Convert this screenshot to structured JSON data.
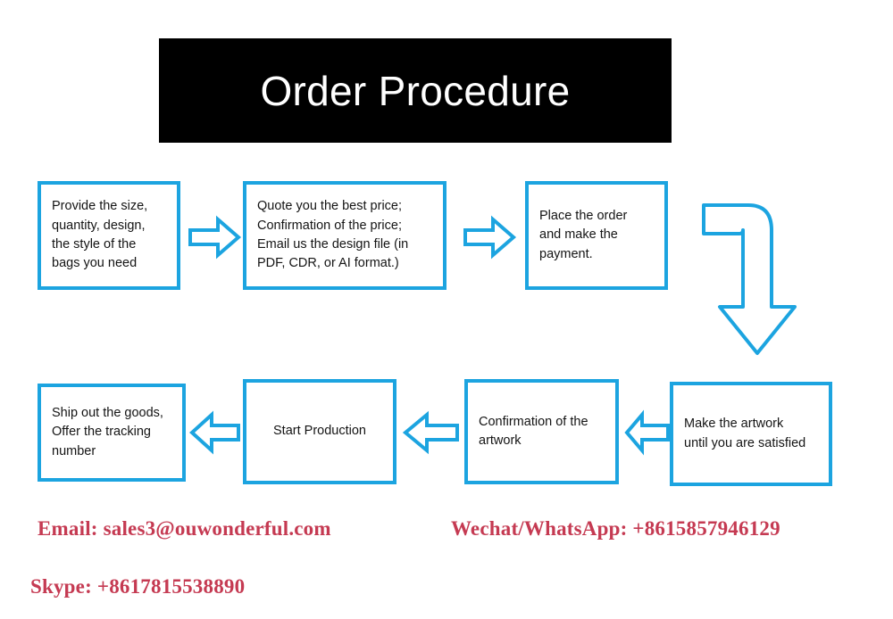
{
  "title": {
    "text": "Order Procedure",
    "background": "#000000",
    "color": "#ffffff"
  },
  "theme": {
    "accent_blue": "#1CA4E0",
    "contact_red": "#C53A52",
    "box_fill": "#ffffff",
    "text_color": "#141414"
  },
  "flow": {
    "row1": [
      {
        "id": "provide",
        "text": "Provide the size,\nquantity, design,\nthe style of the\nbags you need"
      },
      {
        "id": "quote",
        "text": "Quote you the best price;\nConfirmation of the price;\nEmail us the design file (in\nPDF, CDR, or AI format.)"
      },
      {
        "id": "place",
        "text": "Place the order\nand make the\npayment."
      }
    ],
    "row2": [
      {
        "id": "ship",
        "text": "Ship out the goods,\nOffer the tracking\nnumber"
      },
      {
        "id": "start",
        "text": "Start Production"
      },
      {
        "id": "confirm",
        "text": "Confirmation of the\nartwork"
      },
      {
        "id": "makeart",
        "text": "Make the artwork\nuntil you are satisfied"
      }
    ],
    "connectors": [
      {
        "id": "arrow-1",
        "direction": "right"
      },
      {
        "id": "arrow-2",
        "direction": "right"
      },
      {
        "id": "elbow-arrow",
        "direction": "right-then-down"
      },
      {
        "id": "arrow-3",
        "direction": "left"
      },
      {
        "id": "arrow-4",
        "direction": "left"
      },
      {
        "id": "arrow-5",
        "direction": "left"
      }
    ]
  },
  "contacts": {
    "email": "Email: sales3@ouwonderful.com",
    "wechat_whatsapp": "Wechat/WhatsApp: +8615857946129",
    "skype": "Skype: +8617815538890"
  }
}
